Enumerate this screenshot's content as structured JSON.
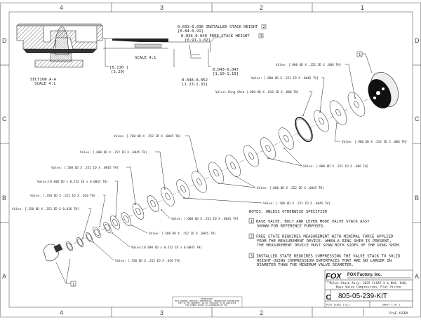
{
  "zones": {
    "columns": [
      "4",
      "3",
      "2",
      "1"
    ],
    "rows": [
      "D",
      "C",
      "B",
      "A"
    ]
  },
  "section_view": {
    "title": "SECTION A-A",
    "scale": "SCALE 4:1",
    "dim": "[0.130 ]",
    "dim_mm": "[3.29]"
  },
  "detail_view": {
    "scale": "SCALE 4:1"
  },
  "dimensions": {
    "installed": "0.033-0.036 INSTALLED STACK HEIGHT",
    "installed_note": "2",
    "installed_mm": "[0.84-0.91]",
    "free": "0.036-0.040   FREE STACK HEIGHT",
    "free_note": "3",
    "free_mm": "[0.91-1.02]",
    "d1": "0.043-0.047",
    "d1_mm": "[1.10-1.19]",
    "d2": "0.048-0.052",
    "d2_mm": "[1.23-1.31]"
  },
  "callouts": [
    "Valve: [.900 OD X .252 ID X .006 TH]",
    "Valve: [.800 OD X .252 ID X .0045 TH]",
    "Valve: Ring Shim [.900 OD X .810 ID X .008 TH]",
    "Valve: [.900 OD X .252 ID X .006 TH]",
    "Valve: [.800 OD X .252 ID X .006 TH]",
    "Valve: [.800 OD X .252 ID X .0045 TH]",
    "Valve: [.700 OD X .252 ID X .0045 TH]",
    "Valve: [.600 OD X .252 ID X .0045 TH]",
    "Valve: [.500 OD X .252 ID X .0045 TH]",
    "Valve:[0.400 OD x 0.252 ID x 0.0045 TH]",
    "Valve: [.350 OD X .252 ID X .020 TH]",
    "Valve: [.700 OD X .252 ID X .0045 TH]",
    "Valve: [.600 OD X .252 ID X .0045 TH]",
    "Valve: [.500 OD X .252 ID X .0045 TH]",
    "Valve:[0.400 OD x 0.252 ID x 0.0045 TH]",
    "Valve: [.350 OD X .252 ID X .020 TH]",
    "Valve: [.350 OD X .252 ID X 0.016 TH]"
  ],
  "balloon": "1",
  "notes": {
    "header": "NOTES: UNLESS OTHERWISE SPECIFIED",
    "items": [
      {
        "num": "1",
        "lines": [
          "BASE VALVE, BOLT AND LEVER MODE VALVE STACK ASSY",
          "SHOWN FOR REFERENCE PURPOSES."
        ]
      },
      {
        "num": "2",
        "lines": [
          "FREE STATE REQUIRES MEASUREMENT WITH MINIMAL FORCE APPLIED",
          "FROM THE MEASUREMENT DEVICE. WHEN A RING SHIM IS PRESENT,",
          "THE MEASUREMENT DEVICE MUST SPAN BOTH SIDES OF THE RING SHIM."
        ]
      },
      {
        "num": "3",
        "lines": [
          "INSTALLED STATE REQUIRES COMPRESSING THE VALVE STACK TO SOLID",
          "HEIGHT USING COMPRESSION INTERFACES THAT ARE NO LARGER IN",
          "DIAMETER THAN THE MINIMUM VALVE DIAMETER."
        ]
      }
    ]
  },
  "title_block": {
    "logo": "FOX",
    "company": "FOX Factory, Inc.",
    "title_label": "TITLE",
    "title": [
      "Valve Stack Assy: 2025 FLOAT X & DHX, 848,",
      "Base Valve Compression, Flat Piston"
    ],
    "size": "C",
    "dwg_no": "805-05-239-KIT",
    "plot_scale": "PLOT SCALE 1.6:1",
    "sheet": "SHEET 1 OF 1",
    "model_type": "ProE ASSEM"
  },
  "proprietary": [
    "PROPRIETARY",
    "THIS DRAWING CONTAINS CONFIDENTIAL, PROPRIETARY INFORMATION",
    "THAT IS FOX PROPERTY. DO NOT DISCLOSE TO OR DUPLICATE",
    "FOR OTHERS EXCEPT AS AUTHORIZED BY FOX."
  ]
}
